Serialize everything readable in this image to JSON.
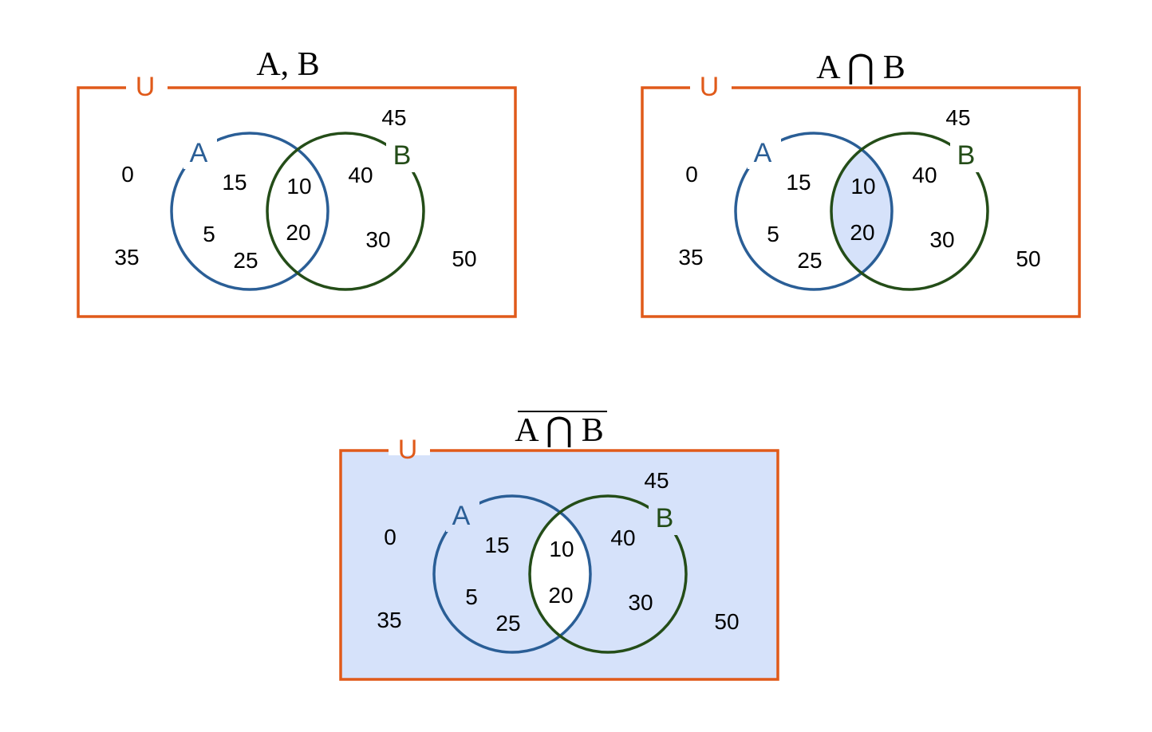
{
  "colors": {
    "universe": "#e05a1a",
    "set_a": "#2a5e96",
    "set_b": "#244d18",
    "shade": "#d6e2fa"
  },
  "universe_label": "U",
  "set_a_label": "A",
  "set_b_label": "B",
  "elements": {
    "outside": [
      "0",
      "35",
      "45",
      "50"
    ],
    "a_only": [
      "15",
      "5",
      "25"
    ],
    "both": [
      "10",
      "20"
    ],
    "b_only": [
      "40",
      "30"
    ]
  },
  "diagrams": [
    {
      "title_left": "A,",
      "title_op": "",
      "title_right": "B",
      "shading": "none",
      "overline": false
    },
    {
      "title_left": "A",
      "title_op": "⋂",
      "title_right": "B",
      "shading": "intersection",
      "overline": false
    },
    {
      "title_left": "A",
      "title_op": "⋂",
      "title_right": "B",
      "shading": "complement",
      "overline": true
    }
  ]
}
